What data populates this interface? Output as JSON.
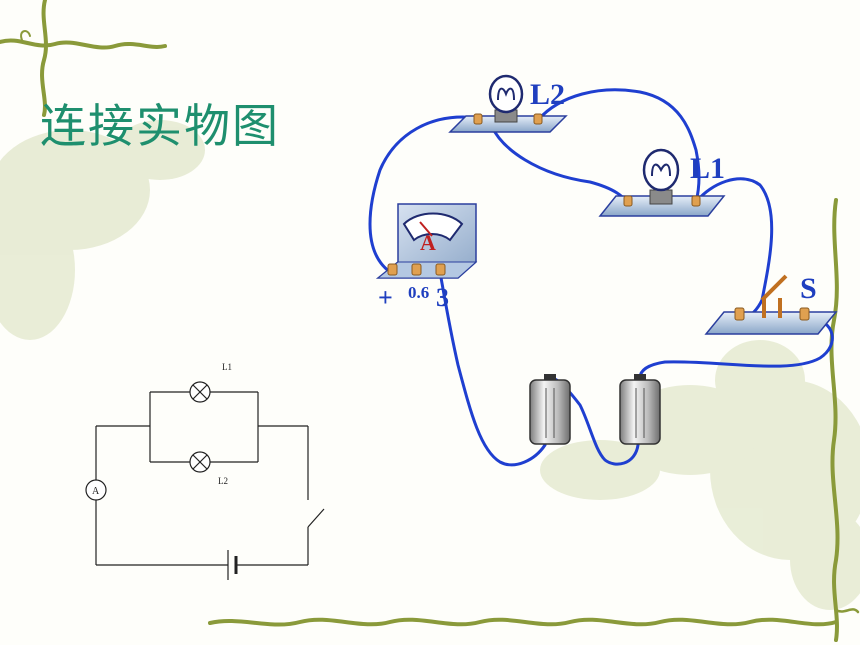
{
  "slide": {
    "title": "连接实物图"
  },
  "physical_circuit": {
    "lamp_top_label": "L2",
    "lamp_right_label": "L1",
    "ammeter_symbol": "A",
    "ammeter_terminals": [
      "+",
      "0.6",
      "3"
    ],
    "switch_label": "S"
  },
  "schematic": {
    "lamp_upper_label": "L1",
    "lamp_lower_label": "L2",
    "ammeter_symbol": "A"
  },
  "colors": {
    "title": "#1e8f6e",
    "wire": "#1f3fd0",
    "label": "#1f3fbf",
    "terminal": "#e0a050",
    "vine": "#8a9a3a"
  }
}
